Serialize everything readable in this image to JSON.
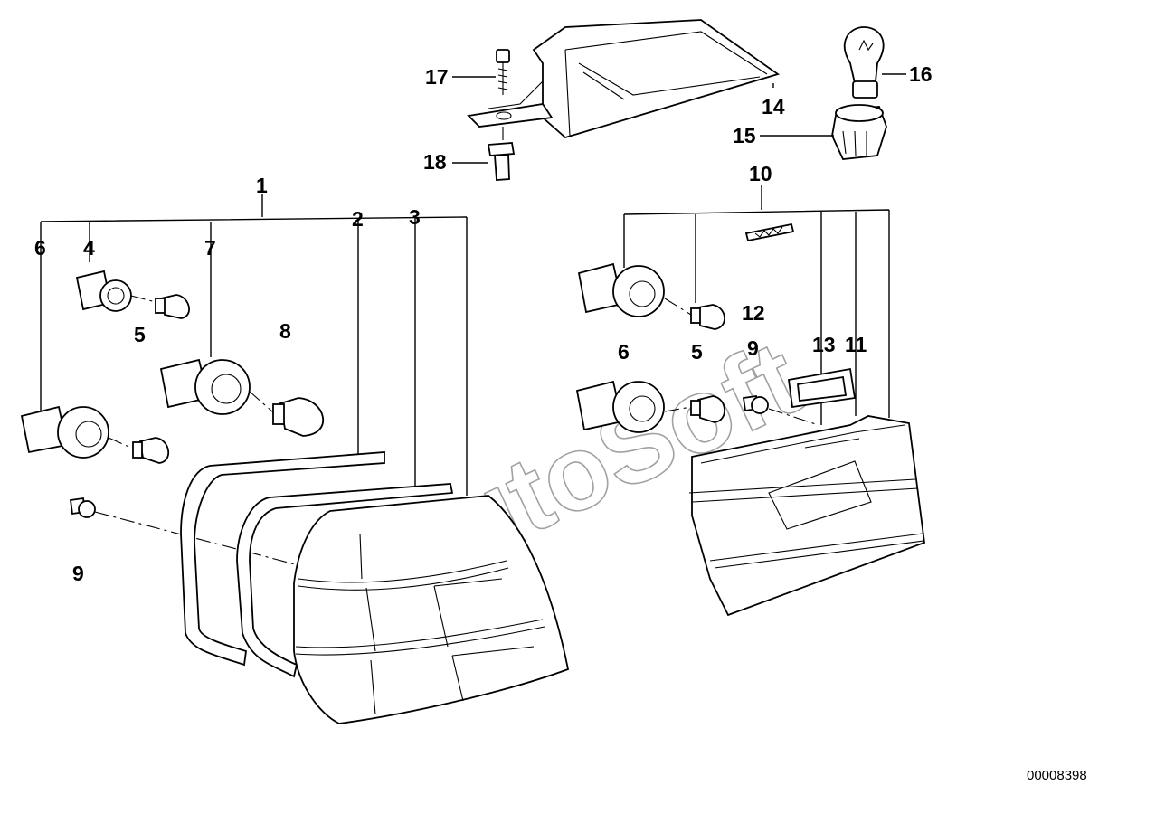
{
  "watermark": "AutoSoft",
  "document_number": "00008398",
  "callouts": {
    "c1": "1",
    "c2": "2",
    "c3": "3",
    "c4": "4",
    "c5a": "5",
    "c5b": "5",
    "c6a": "6",
    "c6b": "6",
    "c7": "7",
    "c8": "8",
    "c9a": "9",
    "c9b": "9",
    "c10": "10",
    "c11": "11",
    "c12": "12",
    "c13": "13",
    "c14": "14",
    "c15": "15",
    "c16": "16",
    "c17": "17",
    "c18": "18"
  }
}
